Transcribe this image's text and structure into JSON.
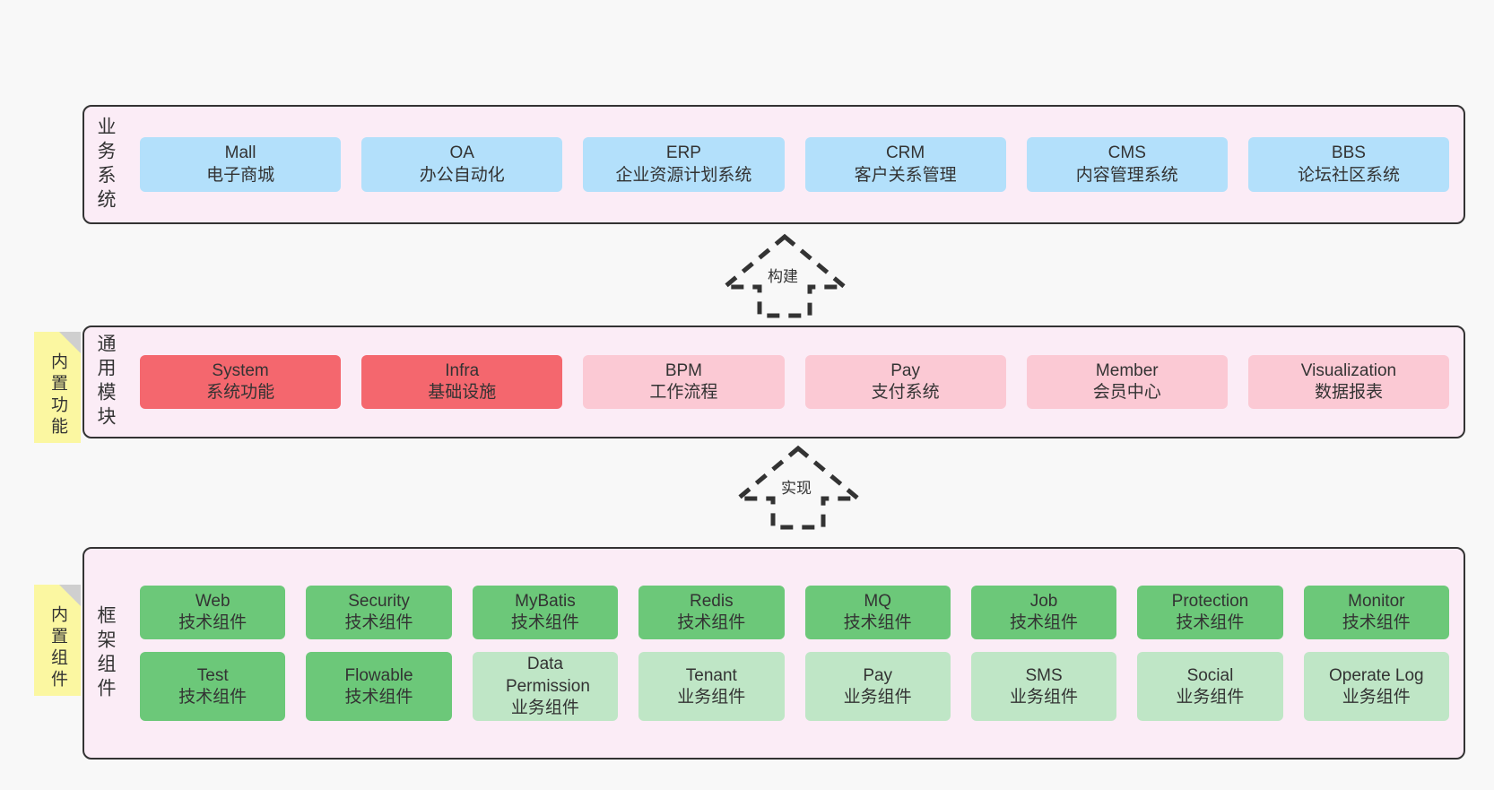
{
  "diagram": {
    "background_color": "#f8f8f8",
    "layer_fill": "#fbecf6",
    "layer_border": "#333333",
    "note_fill": "#fbf7a1",
    "note_fold": "#cfcfcf"
  },
  "layers": [
    {
      "id": "business",
      "title": "业务系统",
      "rows": [
        {
          "cards": [
            {
              "t1": "Mall",
              "t2": "电子商城",
              "color": "#b3e0fb",
              "style": "c-blue"
            },
            {
              "t1": "OA",
              "t2": "办公自动化",
              "color": "#b3e0fb",
              "style": "c-blue"
            },
            {
              "t1": "ERP",
              "t2": "企业资源计划系统",
              "color": "#b3e0fb",
              "style": "c-blue"
            },
            {
              "t1": "CRM",
              "t2": "客户关系管理",
              "color": "#b3e0fb",
              "style": "c-blue"
            },
            {
              "t1": "CMS",
              "t2": "内容管理系统",
              "color": "#b3e0fb",
              "style": "c-blue"
            },
            {
              "t1": "BBS",
              "t2": "论坛社区系统",
              "color": "#b3e0fb",
              "style": "c-blue"
            }
          ]
        }
      ]
    },
    {
      "id": "common",
      "title": "通用模块",
      "note": "内置功能",
      "rows": [
        {
          "cards": [
            {
              "t1": "System",
              "t2": "系统功能",
              "color": "#f4676e",
              "style": "c-red"
            },
            {
              "t1": "Infra",
              "t2": "基础设施",
              "color": "#f4676e",
              "style": "c-red"
            },
            {
              "t1": "BPM",
              "t2": "工作流程",
              "color": "#fbc9d4",
              "style": "c-pink"
            },
            {
              "t1": "Pay",
              "t2": "支付系统",
              "color": "#fbc9d4",
              "style": "c-pink"
            },
            {
              "t1": "Member",
              "t2": "会员中心",
              "color": "#fbc9d4",
              "style": "c-pink"
            },
            {
              "t1": "Visualization",
              "t2": "数据报表",
              "color": "#fbc9d4",
              "style": "c-pink"
            }
          ]
        }
      ]
    },
    {
      "id": "framework",
      "title": "框架组件",
      "note": "内置组件",
      "rows": [
        {
          "cards": [
            {
              "t1": "Web",
              "t2": "技术组件",
              "color": "#6cc879",
              "style": "c-green"
            },
            {
              "t1": "Security",
              "t2": "技术组件",
              "color": "#6cc879",
              "style": "c-green"
            },
            {
              "t1": "MyBatis",
              "t2": "技术组件",
              "color": "#6cc879",
              "style": "c-green"
            },
            {
              "t1": "Redis",
              "t2": "技术组件",
              "color": "#6cc879",
              "style": "c-green"
            },
            {
              "t1": "MQ",
              "t2": "技术组件",
              "color": "#6cc879",
              "style": "c-green"
            },
            {
              "t1": "Job",
              "t2": "技术组件",
              "color": "#6cc879",
              "style": "c-green"
            },
            {
              "t1": "Protection",
              "t2": "技术组件",
              "color": "#6cc879",
              "style": "c-green"
            },
            {
              "t1": "Monitor",
              "t2": "技术组件",
              "color": "#6cc879",
              "style": "c-green"
            }
          ]
        },
        {
          "cards": [
            {
              "t1": "Test",
              "t2": "技术组件",
              "color": "#6cc879",
              "style": "c-green"
            },
            {
              "t1": "Flowable",
              "t2": "技术组件",
              "color": "#6cc879",
              "style": "c-green"
            },
            {
              "t1": "Data Permission",
              "t2": "业务组件",
              "color": "#bfe6c6",
              "style": "c-lightgreen"
            },
            {
              "t1": "Tenant",
              "t2": "业务组件",
              "color": "#bfe6c6",
              "style": "c-lightgreen"
            },
            {
              "t1": "Pay",
              "t2": "业务组件",
              "color": "#bfe6c6",
              "style": "c-lightgreen"
            },
            {
              "t1": "SMS",
              "t2": "业务组件",
              "color": "#bfe6c6",
              "style": "c-lightgreen"
            },
            {
              "t1": "Social",
              "t2": "业务组件",
              "color": "#bfe6c6",
              "style": "c-lightgreen"
            },
            {
              "t1": "Operate Log",
              "t2": "业务组件",
              "color": "#bfe6c6",
              "style": "c-lightgreen"
            }
          ]
        }
      ]
    }
  ],
  "connectors": [
    {
      "id": "build",
      "label": "构建",
      "style": "dashed-generalization"
    },
    {
      "id": "implement",
      "label": "实现",
      "style": "dashed-generalization"
    }
  ]
}
